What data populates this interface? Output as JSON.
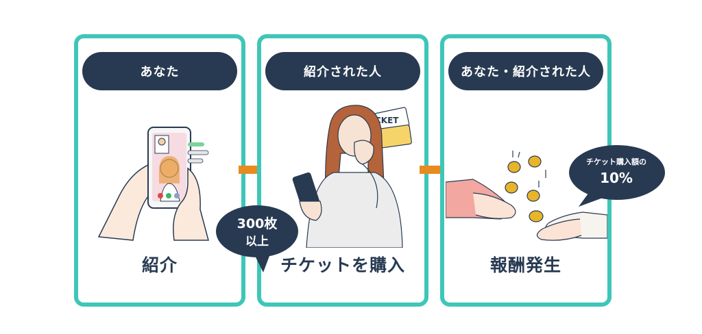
{
  "steps": [
    {
      "header": "あなた",
      "caption": "紹介"
    },
    {
      "header": "紹介された人",
      "caption": "チケットを購入"
    },
    {
      "header": "あなた・紹介された人",
      "caption": "報酬発生"
    }
  ],
  "bubbles": {
    "min_tickets": {
      "line1": "300枚",
      "line2": "以上"
    },
    "reward": {
      "line1": "チケット購入額の",
      "line2": "10%"
    }
  },
  "illustration_text": {
    "ticket": "CKET"
  },
  "colors": {
    "panel_border": "#3ec6b8",
    "pill_bg": "#283a52",
    "text_dark": "#283a52",
    "arrow": "#e88a1e",
    "coin": "#e8b42a"
  }
}
